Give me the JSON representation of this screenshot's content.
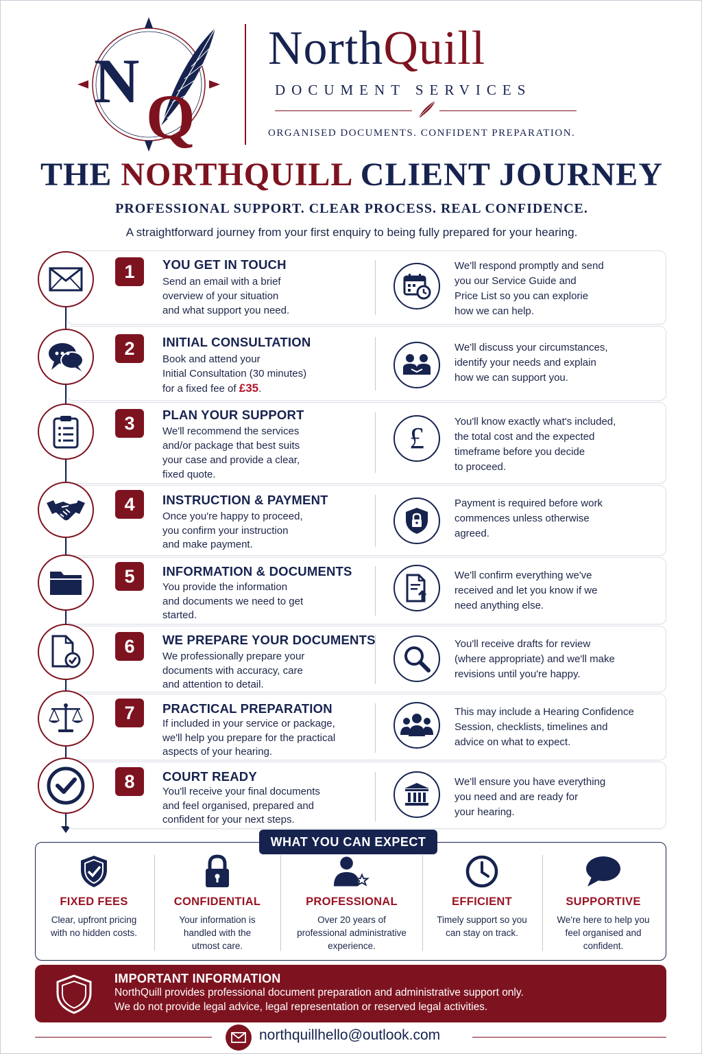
{
  "brand": {
    "logo_letters": "NQ",
    "name_part1": "North",
    "name_part2": "Quill",
    "subtitle": "DOCUMENT SERVICES",
    "tagline": "ORGANISED DOCUMENTS. CONFIDENT PREPARATION."
  },
  "heading": {
    "title_part1": "THE ",
    "title_part2": "NORTHQUILL",
    "title_part3": " CLIENT JOURNEY",
    "subtitle": "PROFESSIONAL SUPPORT. CLEAR PROCESS. REAL CONFIDENCE.",
    "intro": "A straightforward journey from your first enquiry to being fully prepared for your hearing."
  },
  "steps": [
    {
      "number": "1",
      "title": "YOU GET IN TOUCH",
      "left_icon": "envelope-icon",
      "right_icon": "calendar-clock-icon",
      "desc": [
        "Send an email with a brief",
        "overview of your situation",
        "and what support you need."
      ],
      "result": [
        "We'll respond promptly and send",
        "you our Service Guide and",
        "Price List so you can explorie",
        "how we can help."
      ]
    },
    {
      "number": "2",
      "title": "INITIAL CONSULTATION",
      "left_icon": "chat-bubbles-icon",
      "right_icon": "meeting-people-icon",
      "desc_line1": "Book and attend your",
      "desc_line2": "Initial Consultation (30 minutes)",
      "desc_line3_prefix": "for a fixed fee of ",
      "fee": "£35",
      "desc_line3_suffix": ".",
      "result": [
        "We'll discuss your circumstances,",
        "identify your needs and explain",
        "how we can support you."
      ]
    },
    {
      "number": "3",
      "title": "PLAN YOUR SUPPORT",
      "left_icon": "clipboard-list-icon",
      "right_icon": "pound-sign-icon",
      "desc": [
        "We'll recommend the services",
        "and/or package that best suits",
        "your case and provide a clear,",
        "fixed quote."
      ],
      "result": [
        "You'll know exactly what's included,",
        "the total cost and the expected",
        "timeframe before you decide",
        "to proceed."
      ]
    },
    {
      "number": "4",
      "title": "INSTRUCTION & PAYMENT",
      "left_icon": "handshake-icon",
      "right_icon": "shield-lock-icon",
      "desc": [
        "Once you're happy to proceed,",
        "you confirm your instruction",
        "and make payment."
      ],
      "result": [
        "Payment is required before work",
        "commences unless otherwise",
        "agreed."
      ]
    },
    {
      "number": "5",
      "title": "INFORMATION & DOCUMENTS",
      "left_icon": "folder-icon",
      "right_icon": "document-upload-icon",
      "desc": [
        "You provide the information",
        "and documents we need to get",
        "started."
      ],
      "result": [
        "We'll confirm everything we've",
        "received and let you know if we",
        "need anything else."
      ]
    },
    {
      "number": "6",
      "title": "WE PREPARE YOUR DOCUMENTS",
      "left_icon": "document-check-icon",
      "right_icon": "magnifier-icon",
      "desc": [
        "We professionally prepare your",
        "documents with accuracy, care",
        "and attention to detail."
      ],
      "result": [
        "You'll receive drafts for review",
        "(where appropriate) and we'll make",
        "revisions until you're happy."
      ]
    },
    {
      "number": "7",
      "title": "PRACTICAL PREPARATION",
      "left_icon": "scales-icon",
      "right_icon": "group-people-icon",
      "desc": [
        "If included in your service or package,",
        "we'll help you prepare for the practical",
        "aspects of your hearing."
      ],
      "result": [
        "This may include a Hearing Confidence",
        "Session, checklists, timelines and",
        "advice on what to expect."
      ]
    },
    {
      "number": "8",
      "title": "COURT READY",
      "left_icon": "check-circle-icon",
      "right_icon": "courthouse-icon",
      "desc": [
        "You'll receive your final documents",
        "and feel organised, prepared and",
        "confident for your next steps."
      ],
      "result": [
        "We'll ensure you have everything",
        "you need and are ready for",
        "your hearing."
      ]
    }
  ],
  "expect": {
    "label": "WHAT YOU CAN EXPECT",
    "items": [
      {
        "title": "FIXED FEES",
        "icon": "shield-check-icon",
        "desc": [
          "Clear, upfront pricing",
          "with no hidden costs."
        ]
      },
      {
        "title": "CONFIDENTIAL",
        "icon": "padlock-icon",
        "desc": [
          "Your information is",
          "handled with the",
          "utmost care."
        ]
      },
      {
        "title": "PROFESSIONAL",
        "icon": "person-star-icon",
        "desc": [
          "Over 20 years of",
          "professional administrative",
          "experience."
        ]
      },
      {
        "title": "EFFICIENT",
        "icon": "clock-icon",
        "desc": [
          "Timely support so you",
          "can stay on track."
        ]
      },
      {
        "title": "SUPPORTIVE",
        "icon": "speech-bubble-icon",
        "desc": [
          "We're here to help you",
          "feel organised and",
          "confident."
        ]
      }
    ]
  },
  "important": {
    "title": "IMPORTANT INFORMATION",
    "line1": "NorthQuill provides professional document preparation and administrative support only.",
    "line2": "We do not provide legal advice, legal representation or reserved legal activities."
  },
  "footer": {
    "email": "northquillhello@outlook.com"
  },
  "colors": {
    "navy": "#17234f",
    "burgundy": "#7e1320",
    "fee_red": "#b3142a"
  }
}
